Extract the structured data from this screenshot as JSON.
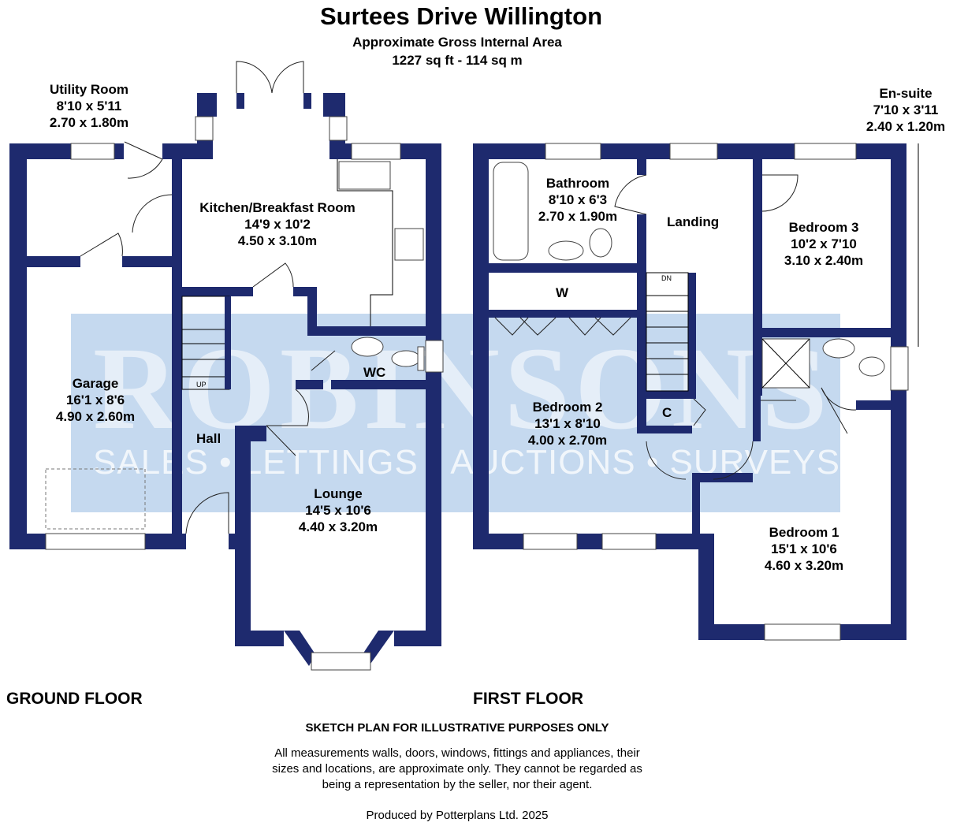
{
  "header": {
    "title": "Surtees Drive Willington",
    "area_label": "Approximate Gross Internal Area",
    "area_value": "1227 sq ft - 114 sq m"
  },
  "watermark": {
    "brand": "ROBINSONS",
    "tagline": "SALES • LETTINGS • AUCTIONS • SURVEYS"
  },
  "ground_floor": {
    "label": "GROUND FLOOR",
    "rooms": [
      {
        "name": "Utility Room",
        "imperial": "8'10 x 5'11",
        "metric": "2.70 x 1.80m"
      },
      {
        "name": "Kitchen/Breakfast Room",
        "imperial": "14'9 x 10'2",
        "metric": "4.50 x 3.10m"
      },
      {
        "name": "Garage",
        "imperial": "16'1 x 8'6",
        "metric": "4.90 x 2.60m"
      },
      {
        "name": "Lounge",
        "imperial": "14'5 x 10'6",
        "metric": "4.40 x 3.20m"
      }
    ],
    "hall": "Hall",
    "wc": "WC",
    "stairs_up": "UP"
  },
  "first_floor": {
    "label": "FIRST FLOOR",
    "rooms": [
      {
        "name": "Bathroom",
        "imperial": "8'10 x 6'3",
        "metric": "2.70 x 1.90m"
      },
      {
        "name": "Bedroom 3",
        "imperial": "10'2 x 7'10",
        "metric": "3.10 x 2.40m"
      },
      {
        "name": "Bedroom 2",
        "imperial": "13'1 x 8'10",
        "metric": "4.00 x 2.70m"
      },
      {
        "name": "Bedroom 1",
        "imperial": "15'1 x 10'6",
        "metric": "4.60 x 3.20m"
      },
      {
        "name": "En-suite",
        "imperial": "7'10 x 3'11",
        "metric": "2.40 x 1.20m"
      }
    ],
    "landing": "Landing",
    "wardrobe": "W",
    "cupboard": "C",
    "stairs_down": "DN"
  },
  "disclaimer": {
    "heading": "SKETCH PLAN FOR ILLUSTRATIVE PURPOSES ONLY",
    "line1": "All measurements walls, doors, windows, fittings and appliances, their",
    "line2": "sizes and locations, are approximate only. They cannot be regarded as",
    "line3": "being a representation by the seller, nor their agent.",
    "credit": "Produced by Potterplans Ltd. 2025"
  }
}
